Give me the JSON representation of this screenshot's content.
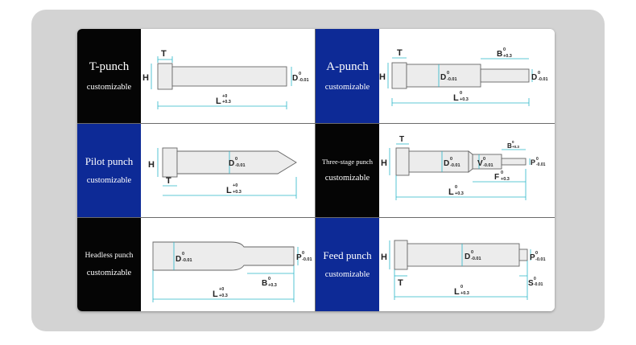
{
  "cards": [
    {
      "title": "T-punch",
      "subtitle": "customizable",
      "dims": {
        "T": "T",
        "H": "H",
        "D": "D",
        "D_tol": "0",
        "D_tol2": "-0.01",
        "L": "L",
        "L_tol": "+0",
        "L_tol2": "+0.3"
      }
    },
    {
      "title": "A-punch",
      "subtitle": "customizable",
      "dims": {
        "T": "T",
        "H": "H",
        "D": "D",
        "D_tol": "0",
        "D_tol2": "-0.01",
        "B": "B",
        "B_tol": "0",
        "B_tol2": "+0.3",
        "D2": "D",
        "D2_tol": "0",
        "D2_tol2": "-0.01",
        "L": "L",
        "L_tol": "0",
        "L_tol2": "+0.3"
      }
    },
    {
      "title": "Pilot punch",
      "subtitle": "customizable",
      "dims": {
        "H": "H",
        "D": "D",
        "D_tol": "0",
        "D_tol2": "-0.01",
        "T": "T",
        "L": "L",
        "L_tol": "+0",
        "L_tol2": "+0.3"
      }
    },
    {
      "title": "Three-stage punch",
      "subtitle": "customizable",
      "dims": {
        "T": "T",
        "H": "H",
        "D": "D",
        "D_tol": "0",
        "D_tol2": "-0.01",
        "V": "V",
        "V_tol": "0",
        "V_tol2": "-0.01",
        "B": "B",
        "B_tol": "0",
        "B_tol2": "+0.3",
        "P": "P",
        "P_tol": "0",
        "P_tol2": "-0.01",
        "F": "F",
        "F_tol": "0",
        "F_tol2": "+0.3",
        "L": "L",
        "L_tol": "0",
        "L_tol2": "+0.3"
      }
    },
    {
      "title": "Headless punch",
      "subtitle": "customizable",
      "dims": {
        "D": "D",
        "D_tol": "0",
        "D_tol2": "-0.01",
        "P": "P",
        "P_tol": "0",
        "P_tol2": "-0.01",
        "L": "L",
        "L_tol": "+0",
        "L_tol2": "+0.3",
        "B": "B",
        "B_tol": "0",
        "B_tol2": "+0.3"
      }
    },
    {
      "title": "Feed punch",
      "subtitle": "customizable",
      "dims": {
        "H": "H",
        "D": "D",
        "D_tol": "0",
        "D_tol2": "-0.01",
        "P": "P",
        "P_tol": "0",
        "P_tol2": "-0.01",
        "T": "T",
        "S": "S",
        "S_tol": "0",
        "S_tol2": "-0.01",
        "L": "L",
        "L_tol": "0",
        "L_tol2": "+0.3"
      }
    }
  ],
  "colors": {
    "dark": "#050505",
    "blue": "#0d2a96",
    "dimension_line": "#2ab7c9",
    "frame": "#d3d3d3"
  }
}
